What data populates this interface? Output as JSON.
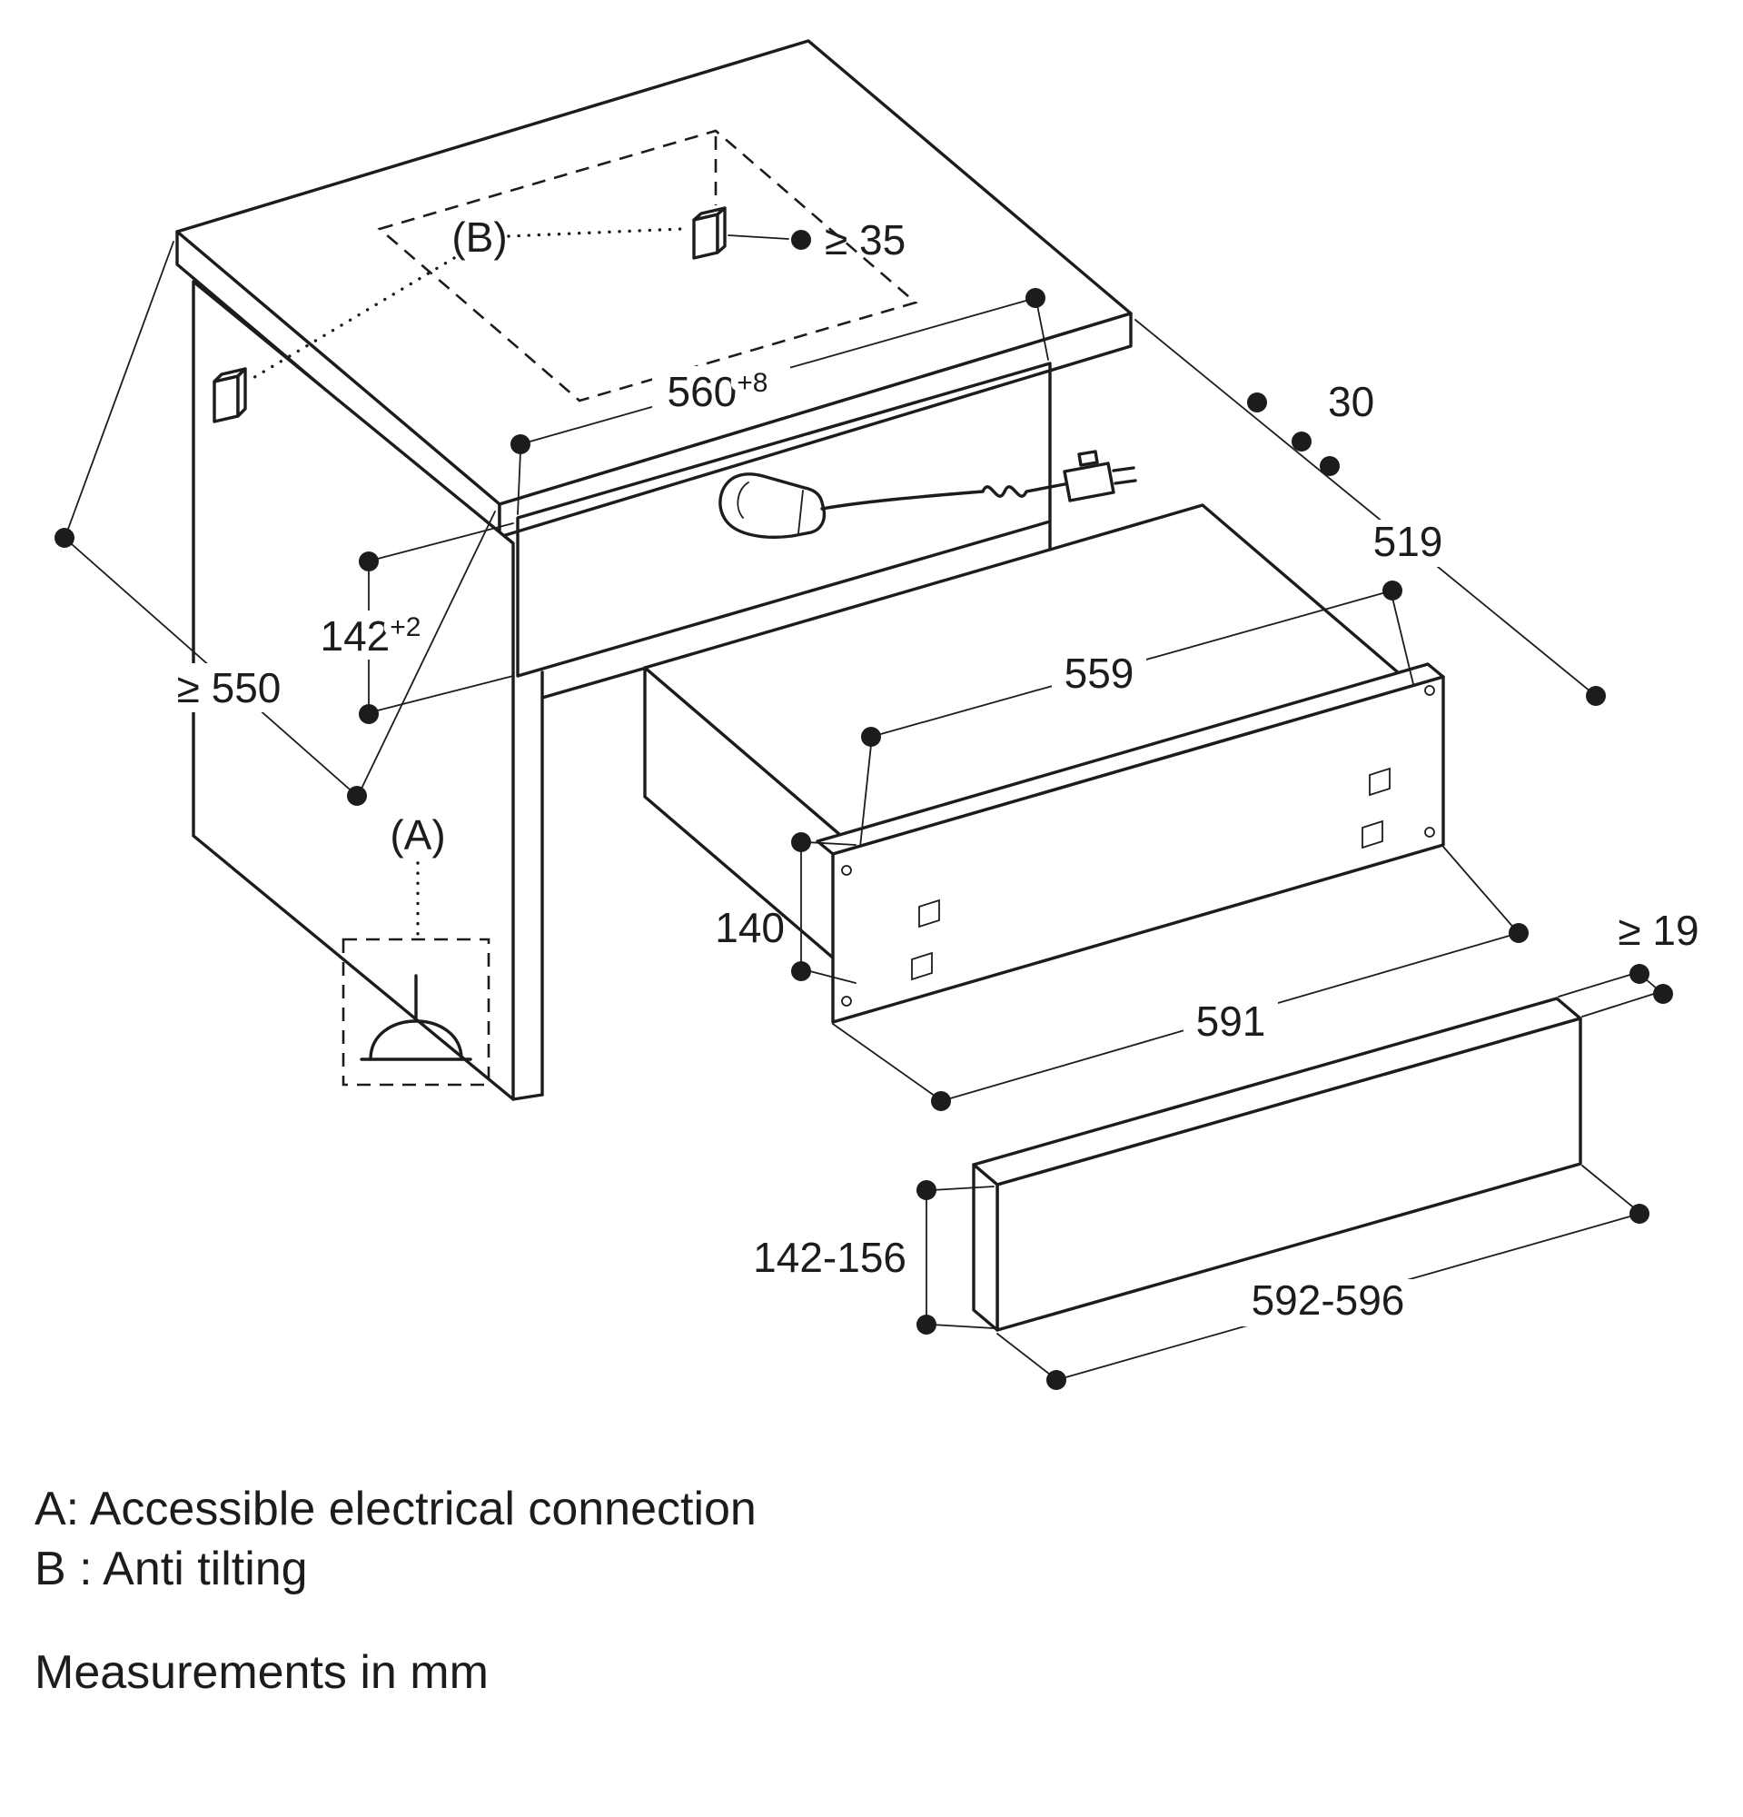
{
  "figure": {
    "callout_a": "(A)",
    "callout_b": "(B)",
    "dims": {
      "rear_clearance": "≥ 35",
      "niche_width_main": "560",
      "niche_width_sup": "+8",
      "setback": "30",
      "depth": "519",
      "niche_height_main": "142",
      "niche_height_sup": "+2",
      "counter_depth": "≥ 550",
      "appliance_width": "559",
      "appliance_height": "140",
      "frame_width": "591",
      "panel_thickness": "≥ 19",
      "panel_height": "142-156",
      "panel_width": "592-596"
    },
    "legend_a": "A: Accessible electrical connection",
    "legend_b": "B : Anti tilting",
    "units_note": "Measurements in mm",
    "colors": {
      "line": "#1c1c1c",
      "niche_fill": "#d2d2d2",
      "background": "#ffffff"
    }
  }
}
